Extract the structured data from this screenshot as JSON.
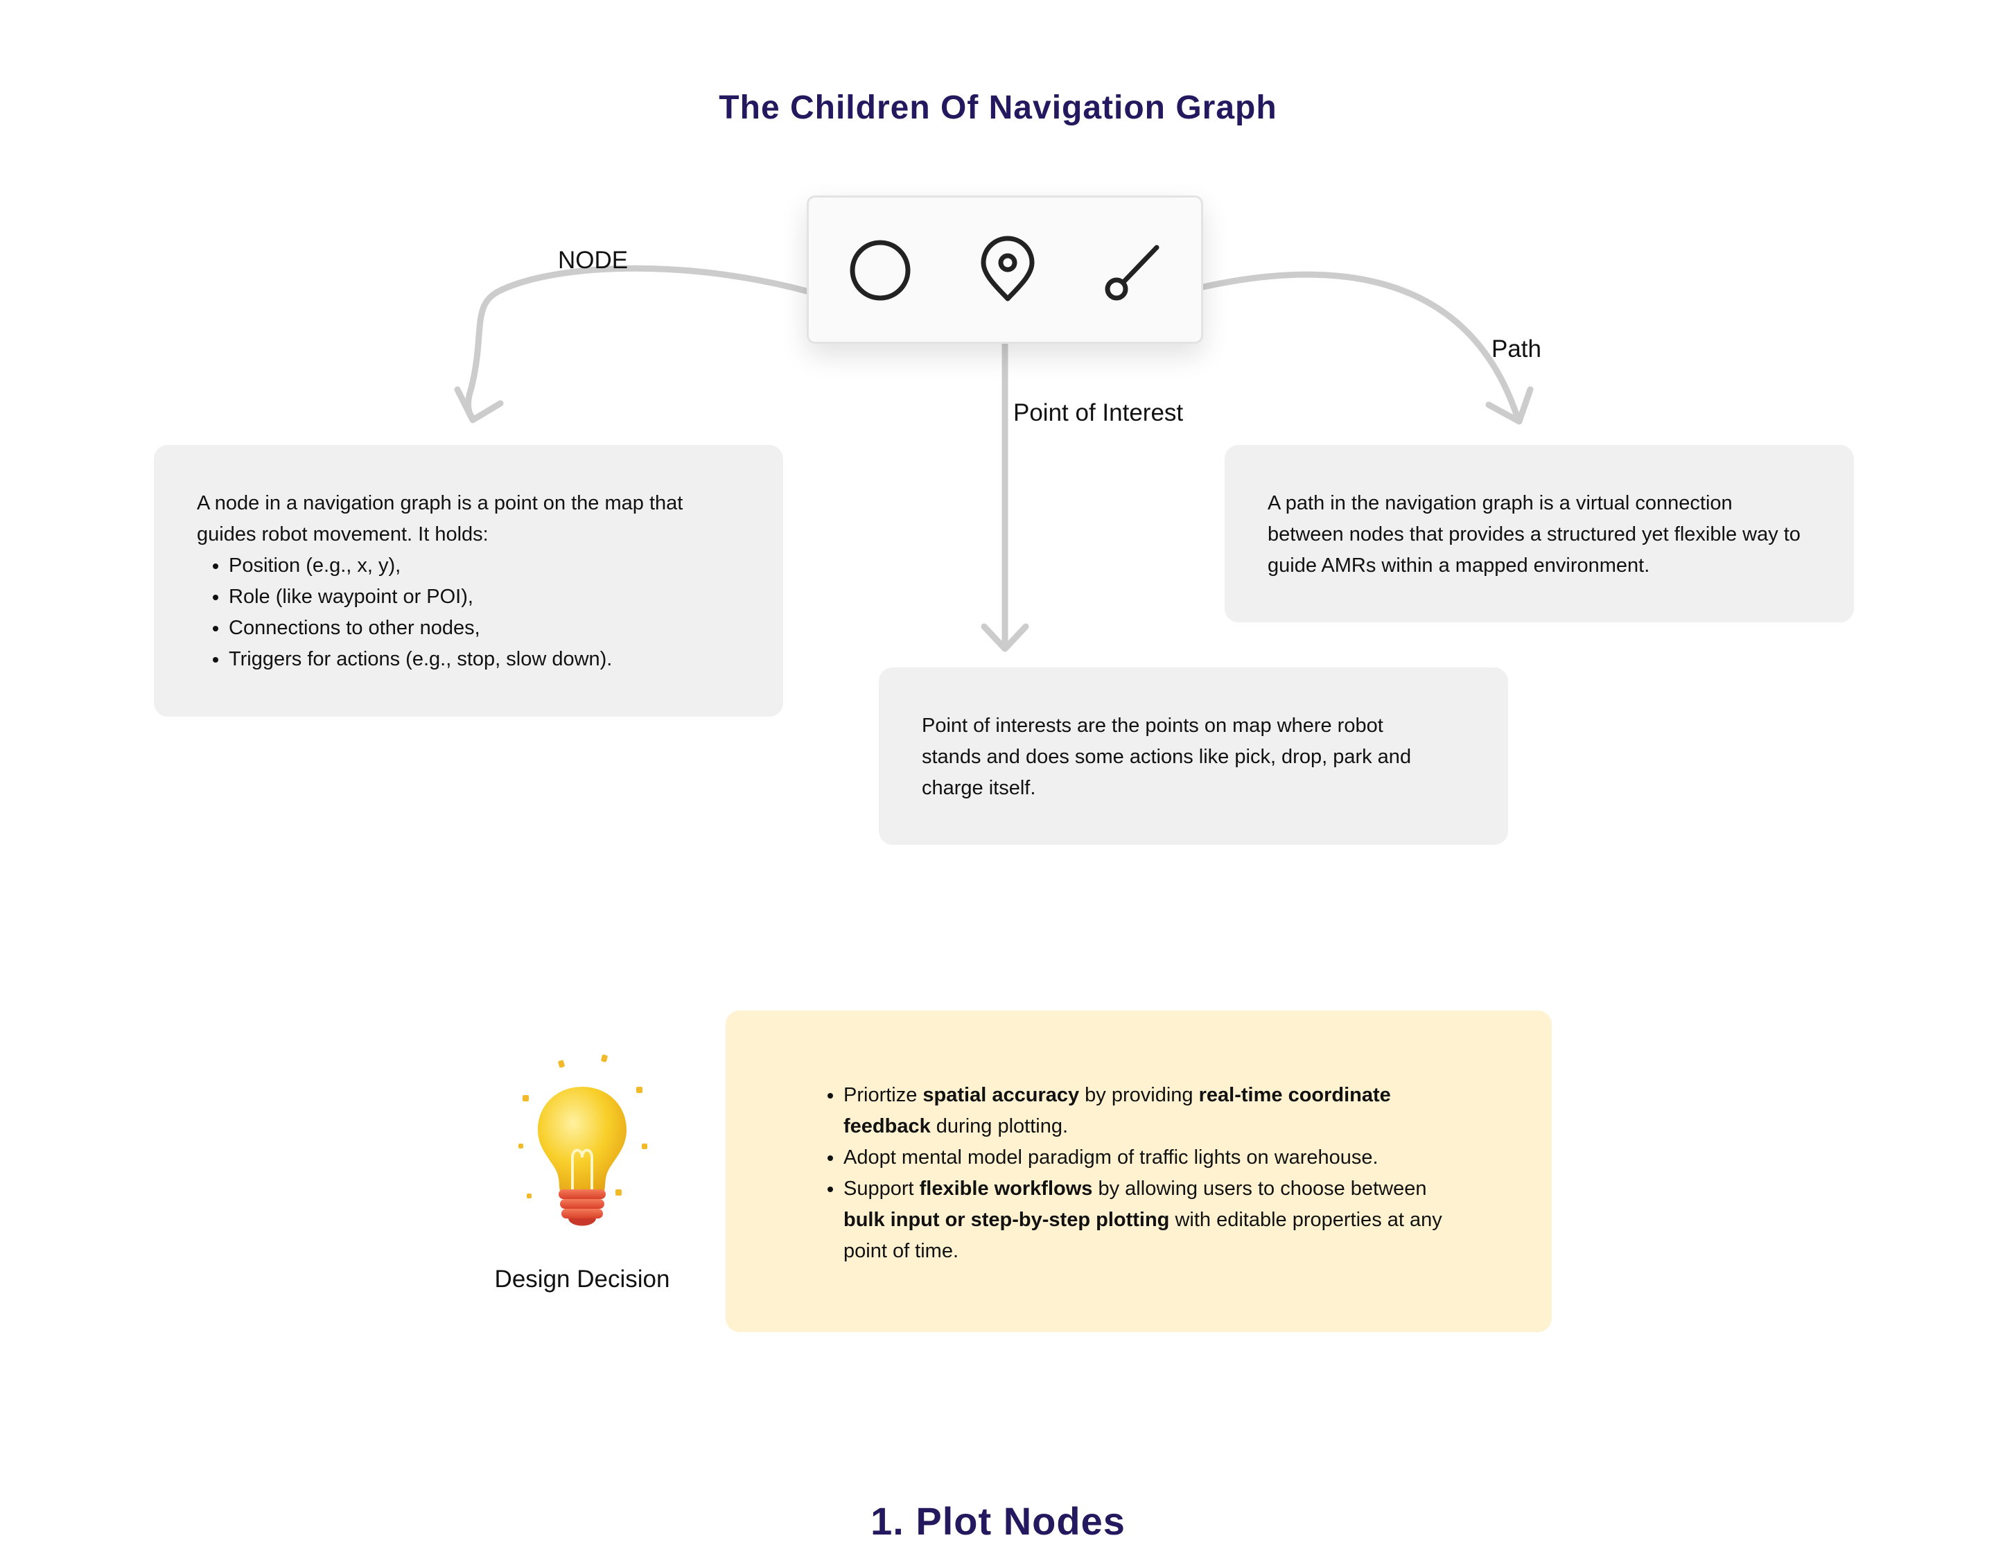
{
  "page_title": "The Children Of Navigation Graph",
  "icons": {
    "node_icon": "circle-icon",
    "poi_icon": "map-pin-icon",
    "path_icon": "path-line-icon"
  },
  "labels": {
    "node": "NODE",
    "poi": "Point of Interest",
    "path": "Path"
  },
  "node_card": {
    "intro": "A node in a navigation graph is a point on the map that guides robot movement. It holds:",
    "items": [
      "Position (e.g., x, y),",
      "Role (like waypoint or POI),",
      "Connections to other nodes,",
      "Triggers for actions (e.g., stop, slow down)."
    ]
  },
  "path_card": {
    "text": "A path in the navigation graph is a virtual connection between nodes that provides a structured yet flexible way to guide AMRs within a mapped environment."
  },
  "poi_card": {
    "text": "Point of interests are the points on map where robot stands and does some actions like pick, drop, park and charge itself."
  },
  "design_decision": {
    "label": "Design Decision",
    "icon": "lightbulb-icon",
    "bullets": [
      {
        "a": "Priortize ",
        "b1": "spatial accuracy",
        "c": " by providing ",
        "b2": "real-time coordinate feedback",
        "d": " during plotting."
      },
      {
        "a": "Adopt mental model paradigm of traffic lights on warehouse.",
        "b1": "",
        "c": "",
        "b2": "",
        "d": ""
      },
      {
        "a": "Support ",
        "b1": "flexible workflows",
        "c": " by allowing users to choose between ",
        "b2": "bulk input or step-by-step plotting",
        "d": " with editable properties at any point of time."
      }
    ]
  },
  "section_title": "1. Plot Nodes",
  "colors": {
    "title": "#24195e",
    "card_bg": "#f0f0f0",
    "highlight_bg": "#fff2d0",
    "arrow": "#cccccc"
  }
}
